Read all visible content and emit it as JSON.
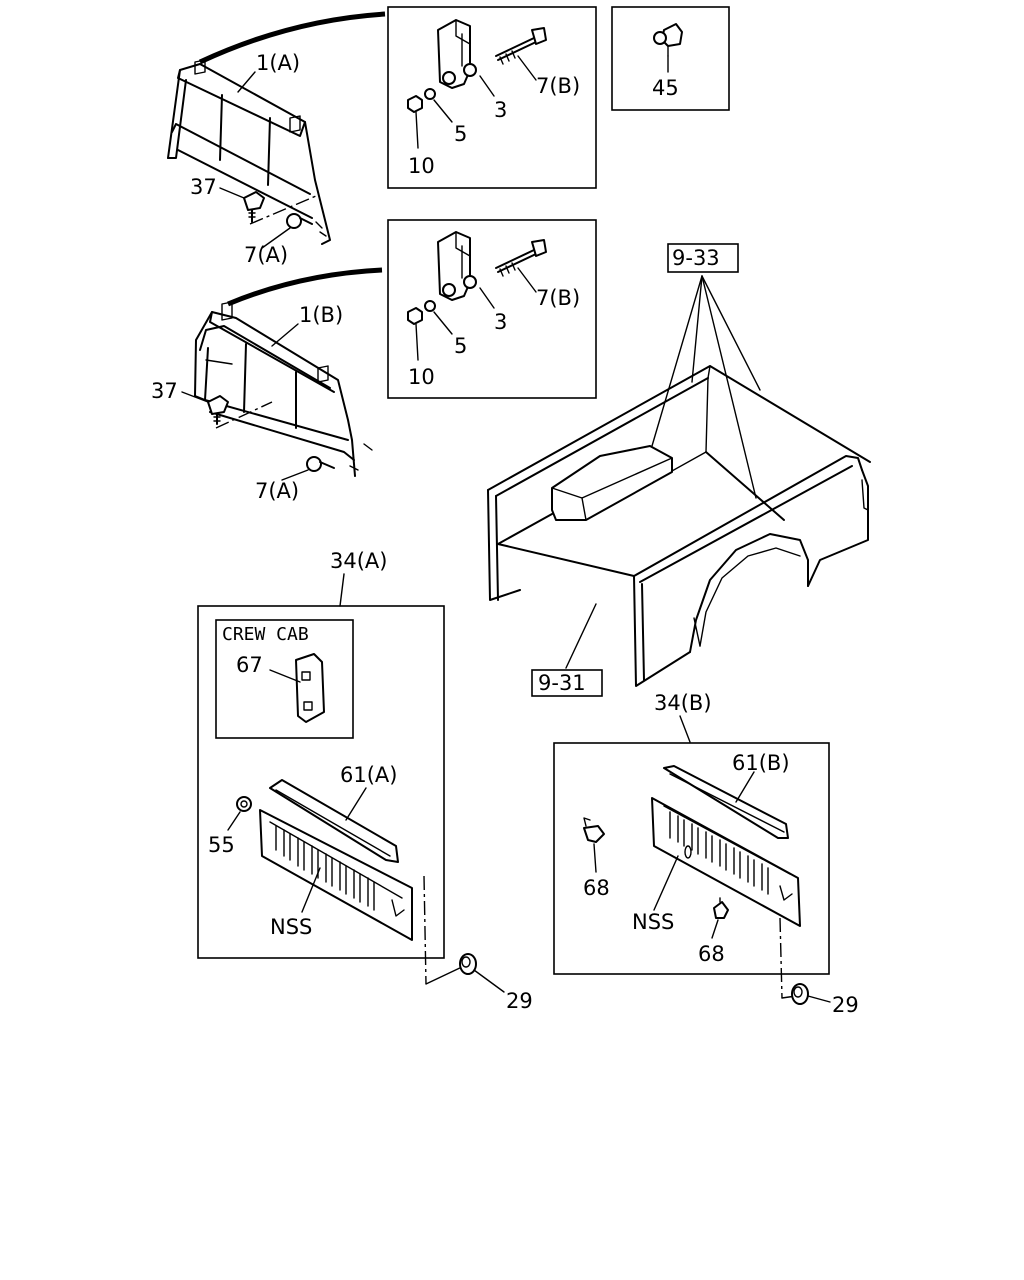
{
  "callouts": {
    "frame_a": "1(A)",
    "frame_b": "1(B)",
    "bolt_37_a": "37",
    "bolt_37_b": "37",
    "bolt_7a_a": "7(A)",
    "bolt_7a_b": "7(A)",
    "top_bracket_3": "3",
    "top_bolt_7b": "7(B)",
    "top_washer_5": "5",
    "top_nut_10": "10",
    "mid_bracket_3": "3",
    "mid_bolt_7b": "7(B)",
    "mid_washer_5": "5",
    "mid_nut_10": "10",
    "clip_45": "45",
    "bed_ref_top": "9-33",
    "bed_ref_bottom": "9-31",
    "tailgate_a": "34(A)",
    "tailgate_b": "34(B)",
    "crew_cab_title": "CREW CAB",
    "part_67": "67",
    "part_61a": "61(A)",
    "part_61b": "61(B)",
    "part_55": "55",
    "nss_a": "NSS",
    "nss_b": "NSS",
    "part_68_a": "68",
    "part_68_b": "68",
    "part_29_a": "29",
    "part_29_b": "29"
  }
}
